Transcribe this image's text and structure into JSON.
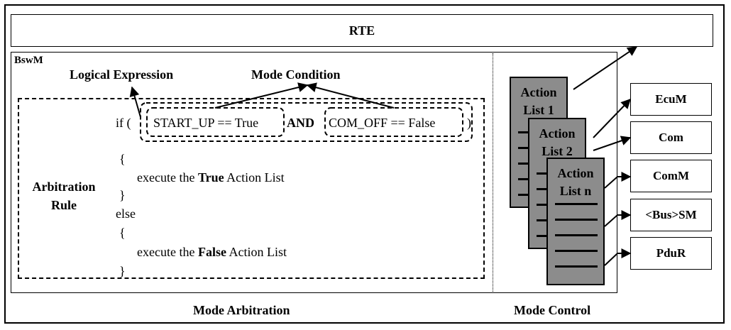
{
  "rte": {
    "label": "RTE"
  },
  "bswm": {
    "label": "BswM",
    "logical_expression": "Logical Expression",
    "mode_condition": "Mode Condition",
    "arbitration_rule": [
      "Arbitration",
      "Rule"
    ],
    "code": {
      "if_open": "if (",
      "cond1": "START_UP == True",
      "and": "AND",
      "cond2": "COM_OFF == False",
      "close_paren": ")",
      "brace_open": "{",
      "brace_close": "}",
      "else": "else",
      "execute_prefix": "execute the",
      "true_word": "True",
      "false_word": "False",
      "execute_suffix": "Action List"
    }
  },
  "action_lists": [
    {
      "line1": "Action",
      "line2": "List 1"
    },
    {
      "line1": "Action",
      "line2": "List 2"
    },
    {
      "line1": "Action",
      "line2": "List n"
    }
  ],
  "targets": [
    "EcuM",
    "Com",
    "ComM",
    "<Bus>SM",
    "PduR"
  ],
  "captions": {
    "mode_arbitration": "Mode Arbitration",
    "mode_control": "Mode Control"
  }
}
